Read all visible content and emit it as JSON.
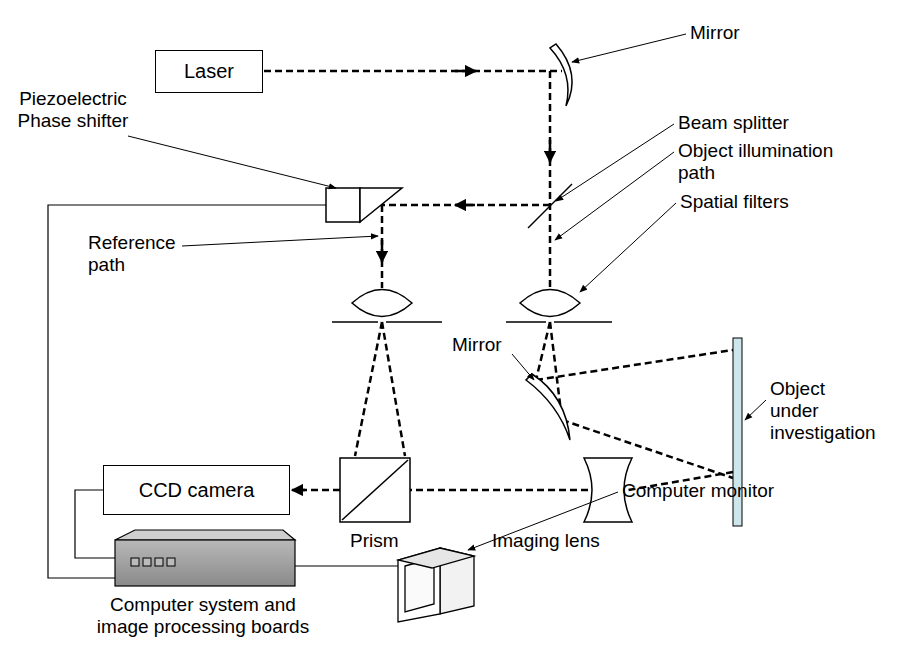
{
  "diagram": {
    "nodes": [
      {
        "text": [
          "Laser"
        ]
      },
      {
        "text": [
          "CCD camera"
        ]
      },
      {
        "text": [
          "Computer system and image processing boards"
        ]
      }
    ],
    "edges": [
      {
        "from": 1,
        "to": 2,
        "arrow": "none"
      }
    ],
    "labels": [
      "Mirror",
      "Beam splitter",
      "Object illumination path",
      "Spatial filters",
      "Piezoelectric Phase shifter",
      "Reference path",
      "Mirror",
      "Object under investigation",
      "Prism",
      "Imaging lens",
      "Computer monitor"
    ]
  }
}
